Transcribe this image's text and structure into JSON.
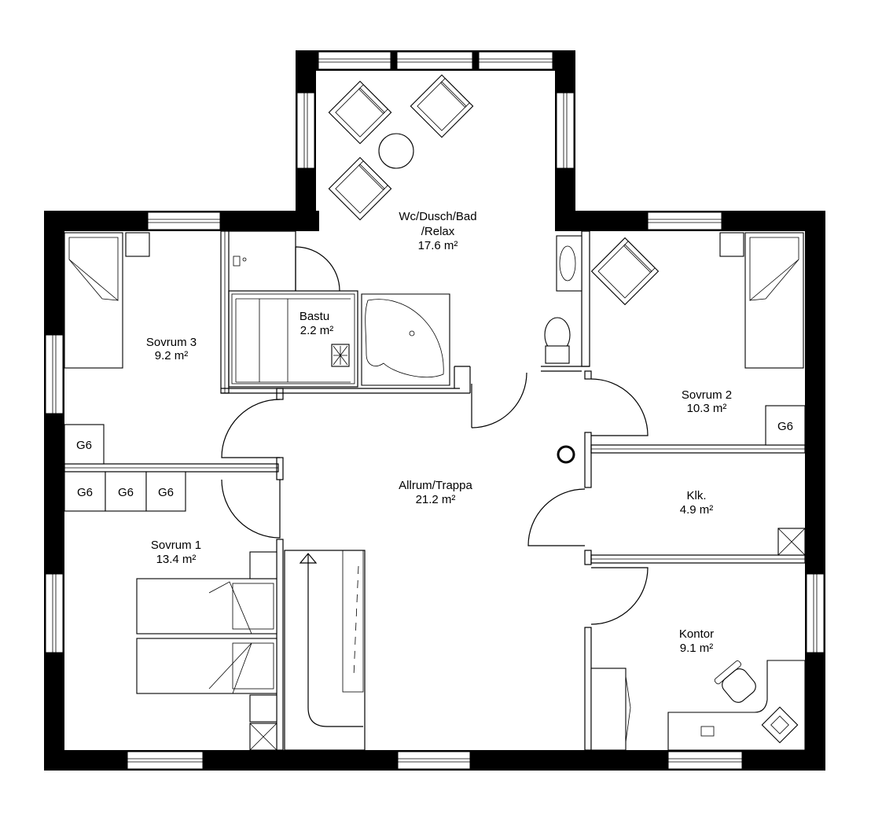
{
  "rooms": [
    {
      "name": "Wc/Dusch/Bad",
      "name2": "/Relax",
      "area": "17.6 m²"
    },
    {
      "name": "Bastu",
      "area": "2.2 m²"
    },
    {
      "name": "Sovrum 3",
      "area": "9.2 m²"
    },
    {
      "name": "Sovrum 2",
      "area": "10.3 m²"
    },
    {
      "name": "Allrum/Trappa",
      "area": "21.2 m²"
    },
    {
      "name": "Klk.",
      "area": "4.9 m²"
    },
    {
      "name": "Sovrum 1",
      "area": "13.4 m²"
    },
    {
      "name": "Kontor",
      "area": "9.1 m²"
    }
  ],
  "closet_label": "G6"
}
